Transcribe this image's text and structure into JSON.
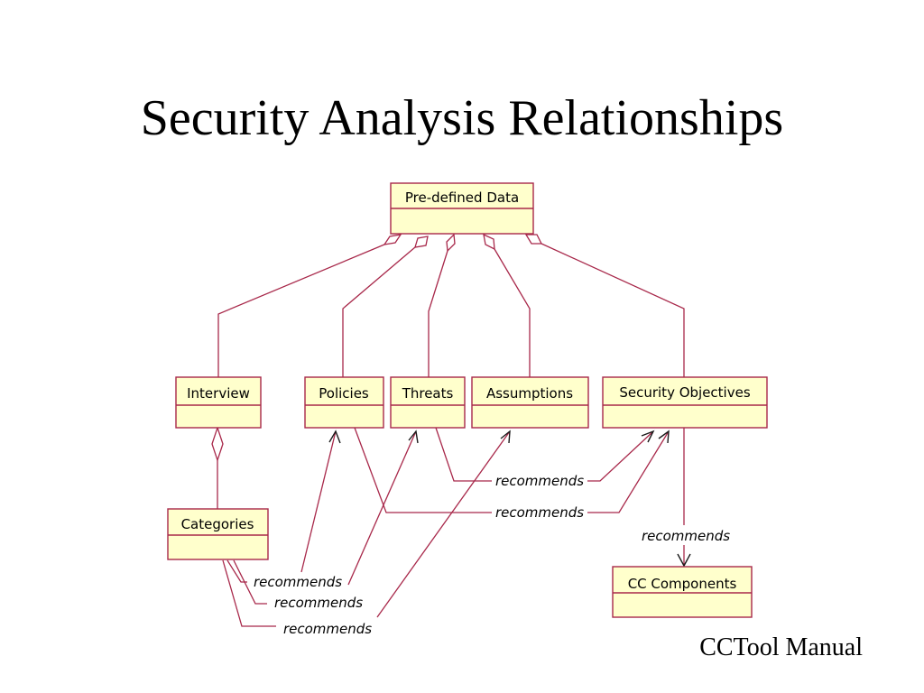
{
  "title": "Security Analysis Relationships",
  "footer": "CCTool Manual",
  "colors": {
    "line": "#a8284a",
    "box_fill": "#ffffcc",
    "text": "#000000"
  },
  "boxes": {
    "predefined": "Pre-defined Data",
    "interview": "Interview",
    "policies": "Policies",
    "threats": "Threats",
    "assumptions": "Assumptions",
    "security_objectives": "Security Objectives",
    "categories": "Categories",
    "cc_components": "CC Components"
  },
  "relations": {
    "threats_to_objectives": "recommends",
    "policies_to_objectives": "recommends",
    "objectives_to_cc": "recommends",
    "categories_to_policies": "recommends",
    "categories_to_threats": "recommends",
    "categories_to_assumptions": "recommends"
  }
}
